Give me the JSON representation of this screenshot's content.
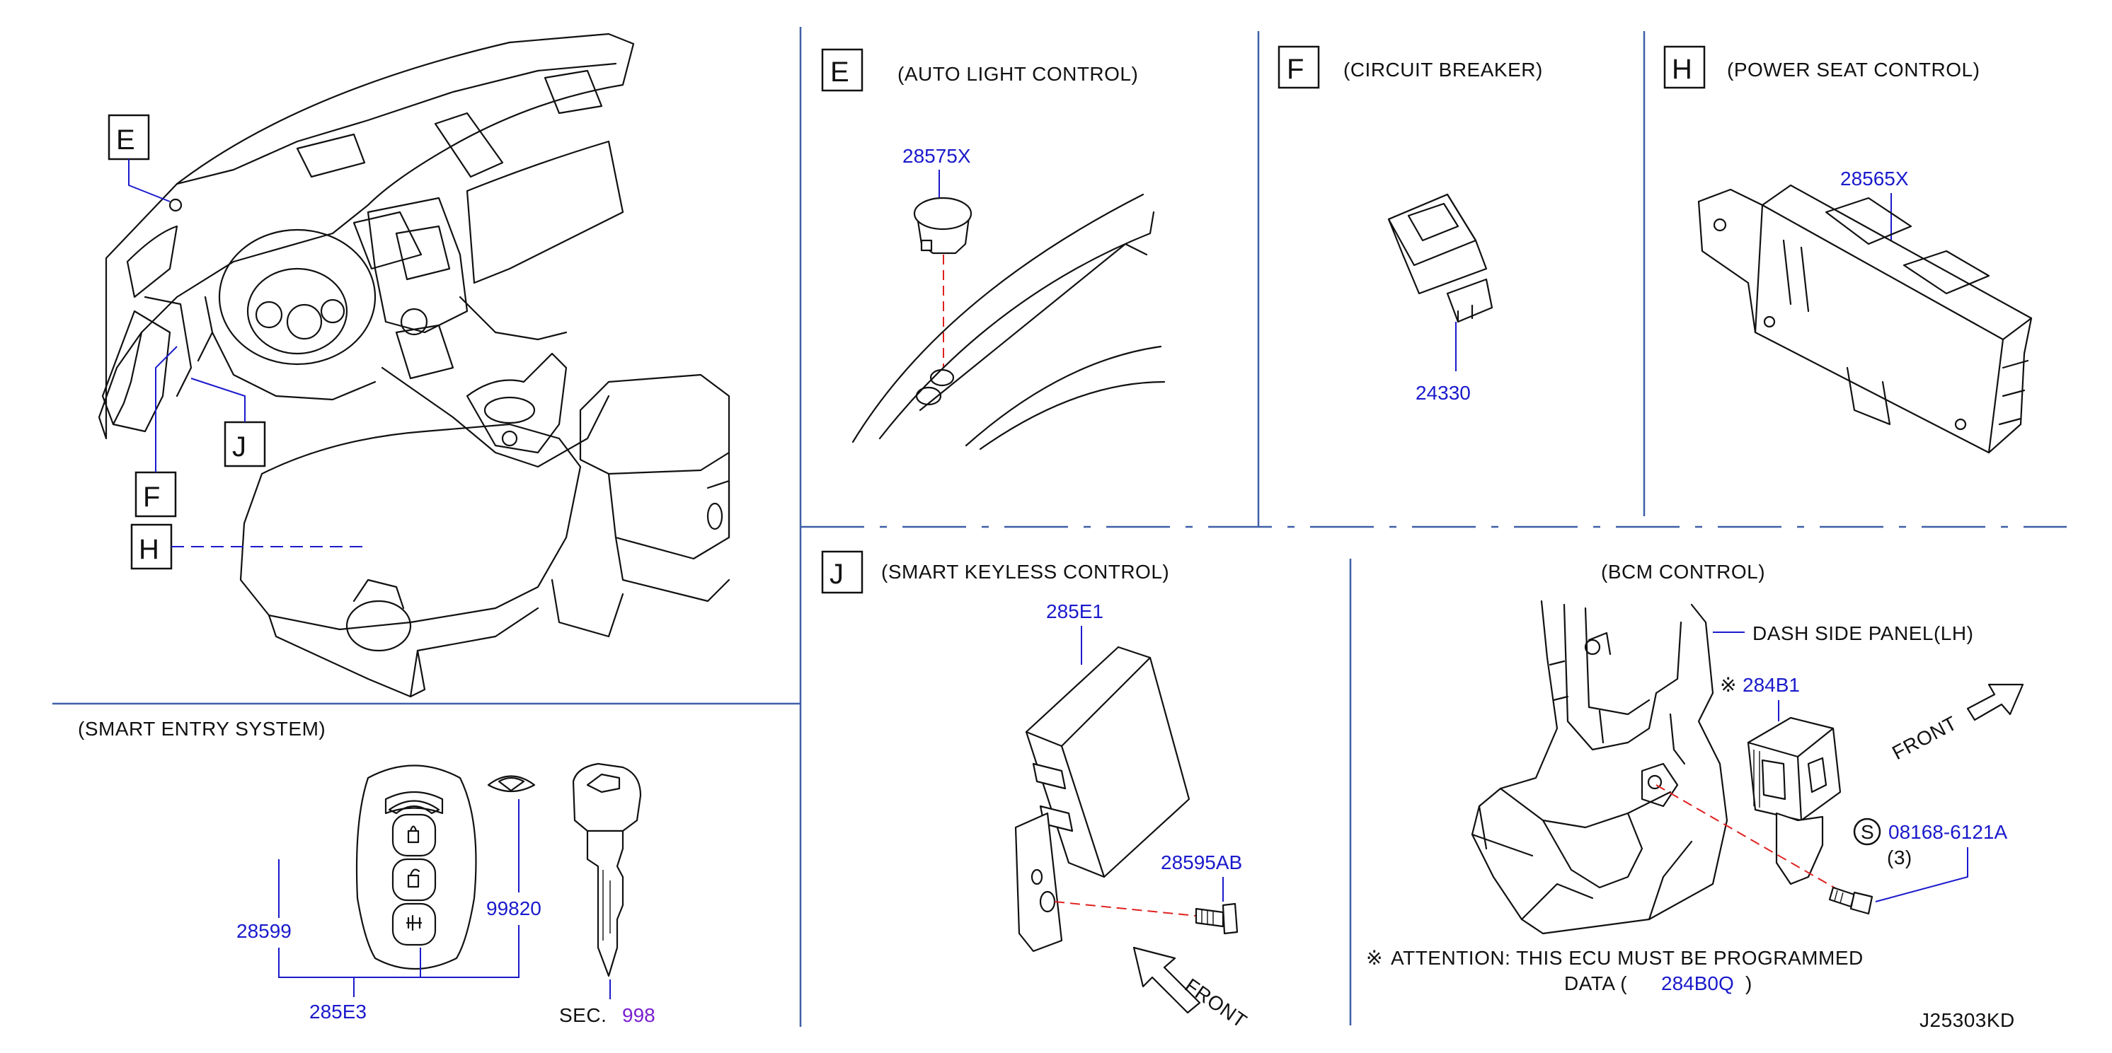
{
  "diagram_code": "J25303KD",
  "callouts": {
    "E": "E",
    "F": "F",
    "H": "H",
    "J": "J"
  },
  "sections": {
    "auto_light": {
      "title": "(AUTO  LIGHT    CONTROL)",
      "part": "28575X"
    },
    "circuit_breaker": {
      "title": "(CIRCUIT  BREAKER)",
      "part": "24330"
    },
    "power_seat": {
      "title": "(POWER  SEAT    CONTROL)",
      "part": "28565X"
    },
    "smart_keyless": {
      "title": "(SMART  KEYLESS  CONTROL)",
      "part_unit": "285E1",
      "part_bolt": "28595AB",
      "front_label": "FRONT"
    },
    "bcm": {
      "title": "(BCM  CONTROL)",
      "panel_label": "DASH  SIDE  PANEL(LH)",
      "part_unit": "284B1",
      "part_mark": "※",
      "bolt_symbol": "S",
      "part_bolt": "08168-6121A",
      "bolt_qty": "(3)",
      "front_label": "FRONT",
      "attention_mark": "※",
      "attention_line1": "ATTENTION:  THIS  ECU  MUST  BE  PROGRAMMED",
      "attention_line2_a": "DATA  (",
      "attention_line2_part": "284B0Q",
      "attention_line2_b": ")"
    },
    "smart_entry": {
      "title": "(SMART   ENTRY   SYSTEM)",
      "part_remote": "28599",
      "part_emblem": "99820",
      "part_set": "285E3",
      "sec_label": "SEC.",
      "sec_number": "998"
    }
  },
  "colors": {
    "part_number": "#1a1acc",
    "section_ref": "#7a1fd0",
    "separator": "#3f5fa8",
    "dashed_guide": "#e02020"
  }
}
